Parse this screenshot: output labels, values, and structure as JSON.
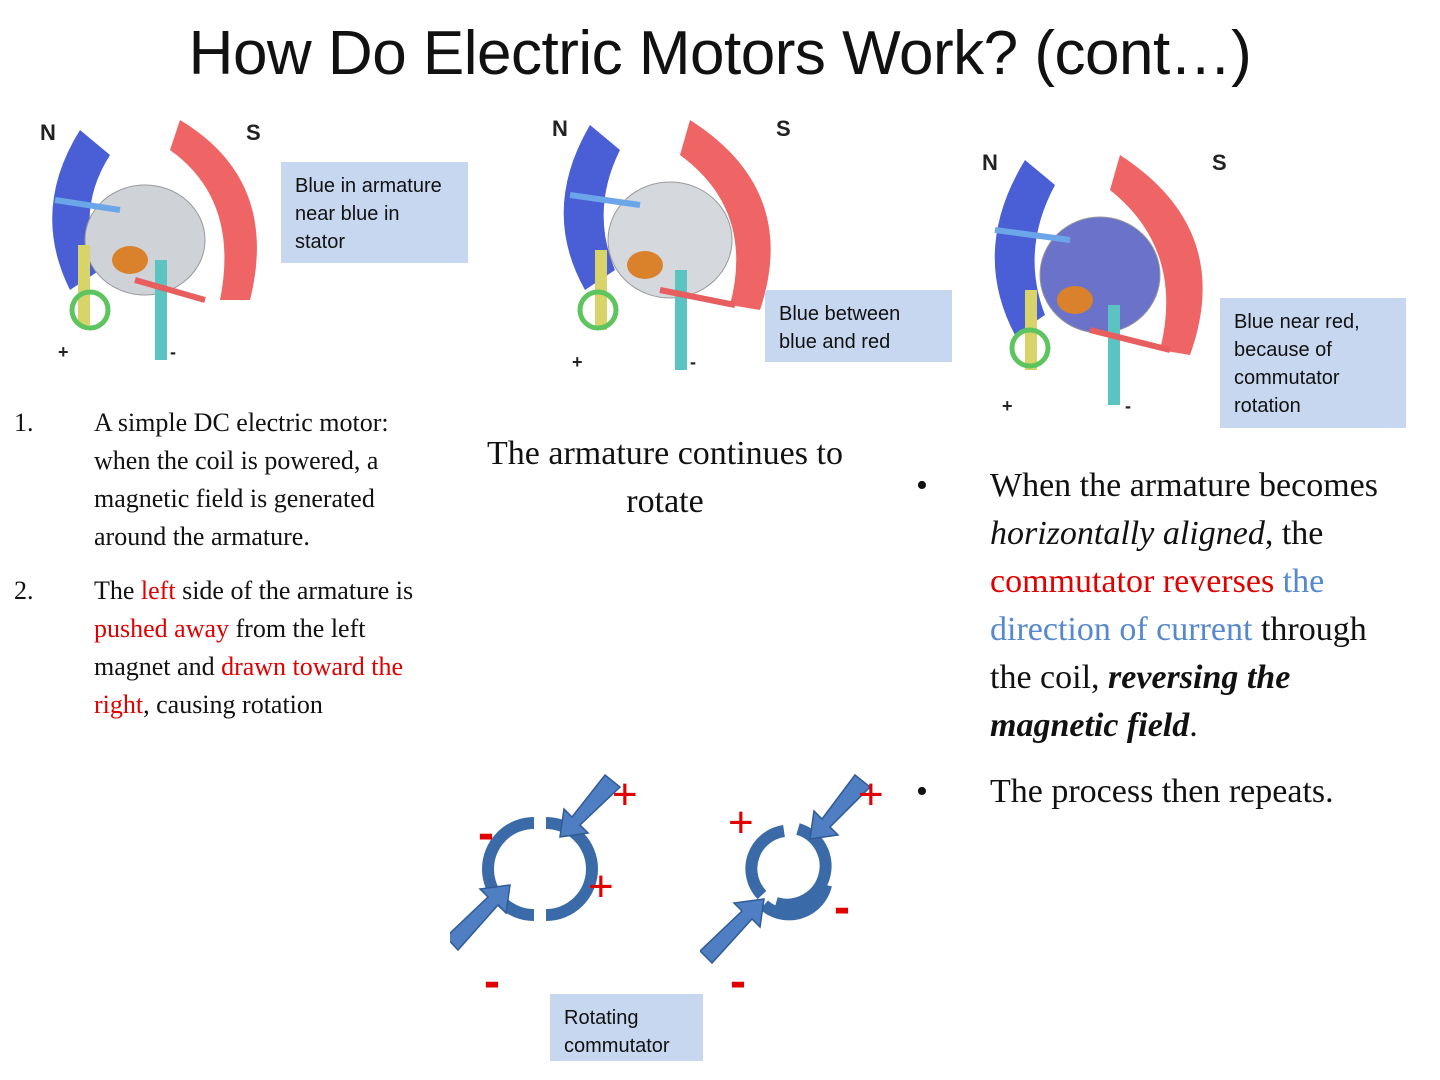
{
  "title": "How Do Electric Motors Work? (cont…)",
  "motor_labels": {
    "north": "N",
    "south": "S",
    "plus": "+",
    "minus": "-"
  },
  "callouts": {
    "first": "Blue in armature near blue in stator",
    "second": "Blue between blue and red",
    "third": "Blue near red, because of commutator rotation",
    "commutator": "Rotating commutator"
  },
  "steps": [
    {
      "num": "1.",
      "text": "A simple DC electric motor: when the coil is powered, a magnetic field is generated around the armature."
    },
    {
      "num": "2.",
      "t1": "The ",
      "t2": "left",
      "t3": " side of the armature is ",
      "t4": "pushed away",
      "t5": " from the left magnet and ",
      "t6": "drawn toward the right",
      "t7": ", causing rotation"
    }
  ],
  "middle_text": "The armature continues to rotate",
  "bullets": [
    {
      "dot": "•",
      "t1": "When the armature becomes ",
      "t2": "horizontally aligned",
      "t3": ", the ",
      "t4": "commutator reverses",
      "t5": " ",
      "t6": "the direction of current",
      "t7": " through the coil, ",
      "t8": "reversing the magnetic field",
      "t9": "."
    },
    {
      "dot": "•",
      "text": "The process then repeats."
    }
  ],
  "signs": {
    "plus": "+",
    "minus": "-"
  },
  "colors": {
    "stator_north": "#4a5ed6",
    "stator_south": "#ef6464",
    "callout_bg": "#c6d7ef",
    "arrow_blue": "#4f7fc2",
    "highlight_red": "#e00000",
    "highlight_blue": "#5588cc"
  }
}
